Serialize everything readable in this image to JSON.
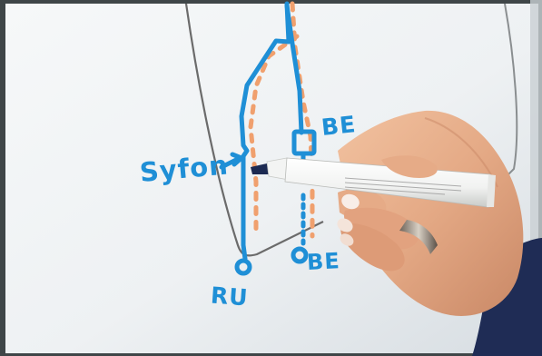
{
  "labels": {
    "syfon": "Syfon",
    "be_top": "BE",
    "be_bottom": "BE",
    "ru": "RU"
  },
  "colors": {
    "wall": "#eef1f3",
    "marker_blue": "#1f8fd6",
    "dashed_orange": "#f0a06e",
    "pipe_line": "#6b6b6b",
    "skin": "#e7b08d",
    "sleeve": "#1f2c55"
  },
  "marker": {
    "printed_text": "",
    "cap_color": "#ffffff"
  }
}
